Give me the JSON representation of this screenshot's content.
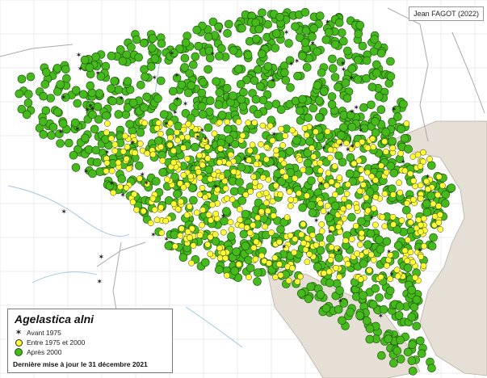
{
  "map": {
    "credit": "Jean FAGOT (2022)",
    "colors": {
      "background": "#ffffff",
      "neighbor_land": "#e5dfd5",
      "belgium_land": "#ffffff",
      "grid": "#cfcfcf",
      "borders": "#a9a9a9",
      "rivers": "#9cc5df",
      "pre_1975": "#222222",
      "between_1975_2000": "#ffff33",
      "after_2000": "#46b91c"
    }
  },
  "legend": {
    "species": "Agelastica alni",
    "items": [
      {
        "label": "Avant 1975",
        "symbol": "star-icon"
      },
      {
        "label": "Entre 1975 et 2000",
        "symbol": "yellow-dot"
      },
      {
        "label": "Après 2000",
        "symbol": "green-dot"
      }
    ],
    "update_note": "Dernière mise à jour le 31 décembre 2021"
  }
}
